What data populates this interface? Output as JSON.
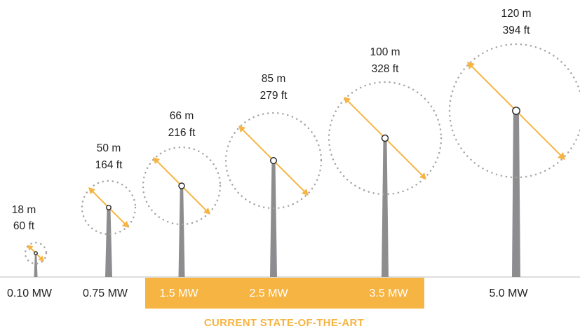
{
  "turbines": [
    {
      "rotor_diameter_m": "18 m",
      "rotor_diameter_ft": "60 ft",
      "rated_power": "0.10 MW",
      "state_of_the_art": false
    },
    {
      "rotor_diameter_m": "50 m",
      "rotor_diameter_ft": "164 ft",
      "rated_power": "0.75 MW",
      "state_of_the_art": false
    },
    {
      "rotor_diameter_m": "66 m",
      "rotor_diameter_ft": "216 ft",
      "rated_power": "1.5 MW",
      "state_of_the_art": true
    },
    {
      "rotor_diameter_m": "85 m",
      "rotor_diameter_ft": "279 ft",
      "rated_power": "2.5 MW",
      "state_of_the_art": true
    },
    {
      "rotor_diameter_m": "100 m",
      "rotor_diameter_ft": "328 ft",
      "rated_power": "3.5 MW",
      "state_of_the_art": true
    },
    {
      "rotor_diameter_m": "120 m",
      "rotor_diameter_ft": "394 ft",
      "rated_power": "5.0 MW",
      "state_of_the_art": false
    }
  ],
  "band_caption": "CURRENT STATE-OF-THE-ART",
  "colors": {
    "accent": "#f6b443",
    "tower": "#8d8d90",
    "rotor_outline": "#a6a6a6",
    "text": "#222222"
  }
}
